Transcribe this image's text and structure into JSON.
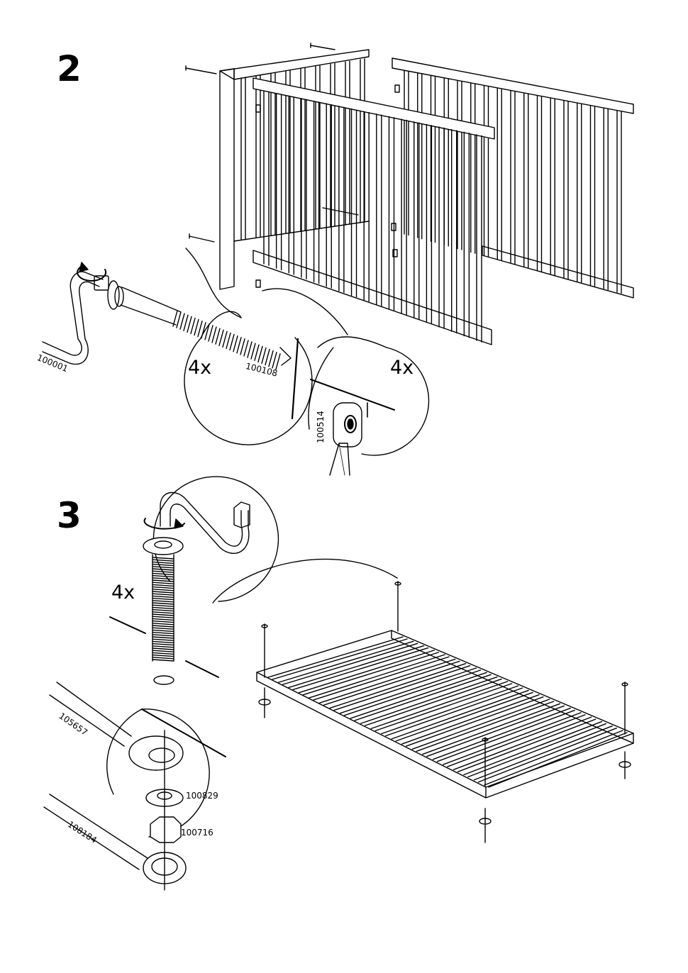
{
  "steps": [
    {
      "number": "2",
      "quantities": [
        "4x",
        "4x"
      ],
      "parts": {
        "allen_key": "100001",
        "bolt": "100108",
        "barrel_nut": "100514"
      }
    },
    {
      "number": "3",
      "quantities": [
        "4x"
      ],
      "parts": {
        "tool_a": "105657",
        "washer": "100829",
        "nut": "100716",
        "wrench": "108184"
      }
    }
  ]
}
